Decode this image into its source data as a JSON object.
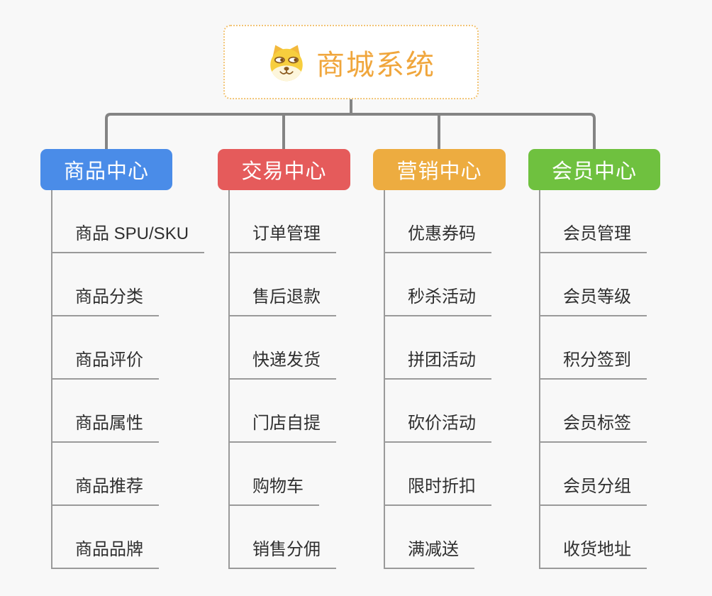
{
  "root": {
    "title": "商城系统",
    "icon": "doge-face-icon",
    "accent_color": "#f0a63c",
    "border_color": "#f2c475"
  },
  "connector": {
    "thick_line_color": "#848484",
    "thin_line_color": "#9a9a9a"
  },
  "branches": [
    {
      "label": "商品中心",
      "color": "#4a8ce8",
      "items": [
        "商品 SPU/SKU",
        "商品分类",
        "商品评价",
        "商品属性",
        "商品推荐",
        "商品品牌"
      ]
    },
    {
      "label": "交易中心",
      "color": "#e55b5b",
      "items": [
        "订单管理",
        "售后退款",
        "快递发货",
        "门店自提",
        "购物车",
        "销售分佣"
      ]
    },
    {
      "label": "营销中心",
      "color": "#edac40",
      "items": [
        "优惠券码",
        "秒杀活动",
        "拼团活动",
        "砍价活动",
        "限时折扣",
        "满减送"
      ]
    },
    {
      "label": "会员中心",
      "color": "#6fc13f",
      "items": [
        "会员管理",
        "会员等级",
        "积分签到",
        "会员标签",
        "会员分组",
        "收货地址"
      ]
    }
  ]
}
